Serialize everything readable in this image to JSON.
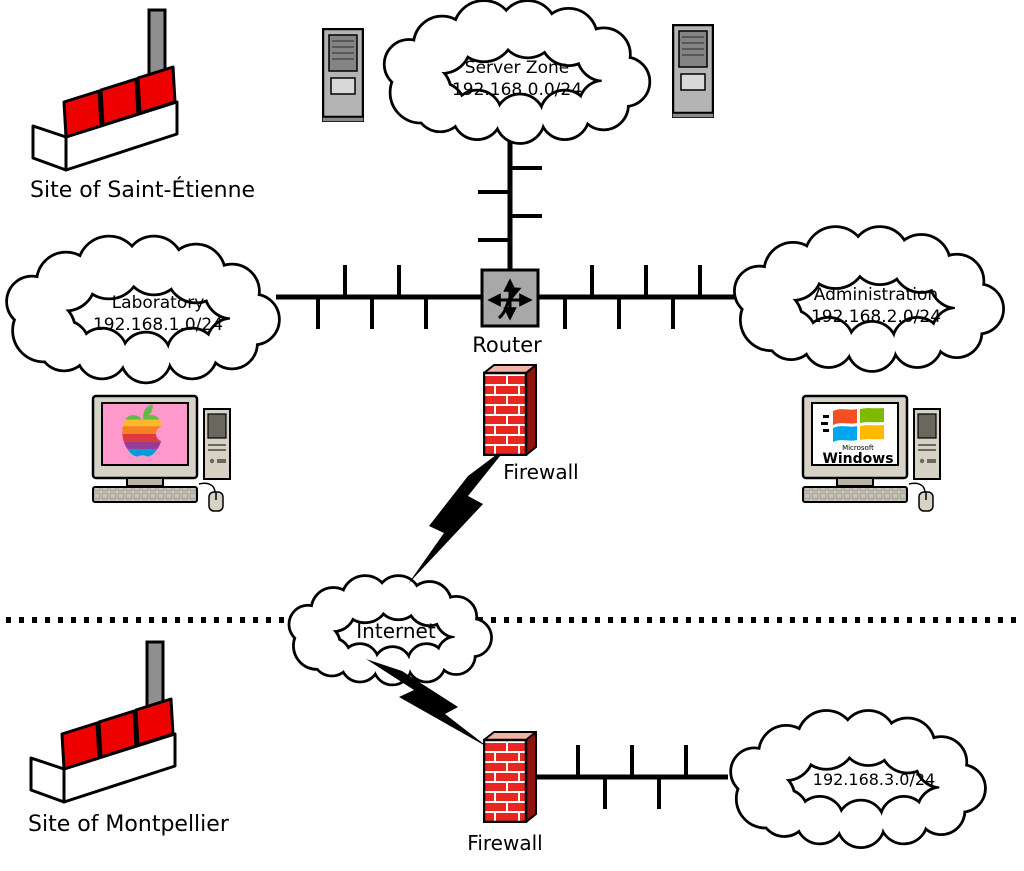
{
  "sites": {
    "saint_etienne": {
      "label": "Site of Saint-Étienne"
    },
    "montpellier": {
      "label": "Site of Montpellier"
    }
  },
  "networks": {
    "server_zone": {
      "name": "Server Zone",
      "subnet": "192.168.0.0/24"
    },
    "laboratory": {
      "name": "Laboratory",
      "subnet": "192.168.1.0/24"
    },
    "administration": {
      "name": "Administration",
      "subnet": "192.168.2.0/24"
    },
    "montpellier_lan": {
      "subnet": "192.168.3.0/24"
    },
    "internet": {
      "label": "Internet"
    }
  },
  "devices": {
    "router": {
      "label": "Router"
    },
    "firewall_top": {
      "label": "Firewall"
    },
    "firewall_bottom": {
      "label": "Firewall"
    }
  },
  "windows_pc": {
    "vendor": "Microsoft",
    "product": "Windows"
  },
  "colors": {
    "factory_red": "#ee0000",
    "brick_red": "#e8251f",
    "brick_top": "#f2b2a8",
    "brick_side": "#8f130e",
    "router_gray": "#a8a8a8",
    "mac_screen_pink": "#ff99cc",
    "cloud_fill": "#ffffff",
    "outline": "#000000"
  }
}
